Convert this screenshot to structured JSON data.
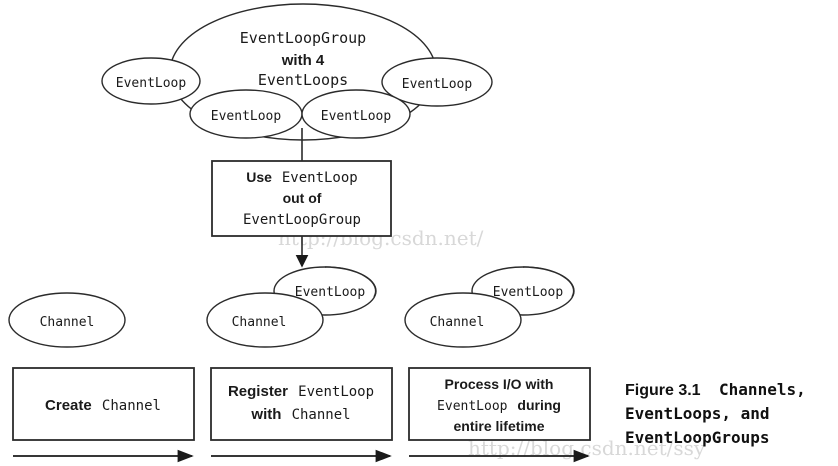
{
  "figure": {
    "caption_label": "Figure 3.1",
    "caption_lines": [
      "Channels,",
      "EventLoops, and",
      "EventLoopGroups"
    ],
    "caption_full": "Figure 3.1 Channels, EventLoops, and EventLoopGroups"
  },
  "group": {
    "title_line1": "EventLoopGroup",
    "title_line2": "with 4",
    "title_line3": "EventLoops",
    "event_loops": [
      {
        "label": "EventLoop",
        "position": "left"
      },
      {
        "label": "EventLoop",
        "position": "center-left"
      },
      {
        "label": "EventLoop",
        "position": "center-right"
      },
      {
        "label": "EventLoop",
        "position": "right"
      }
    ]
  },
  "use_box": {
    "line1_plain": "Use",
    "line1_code": "EventLoop",
    "line2": "out of",
    "line3_code": "EventLoopGroup"
  },
  "clusters": [
    {
      "channel_label": "Channel",
      "eventloop_label": null,
      "has_eventloop": false
    },
    {
      "channel_label": "Channel",
      "eventloop_label": "EventLoop",
      "has_eventloop": true
    },
    {
      "channel_label": "Channel",
      "eventloop_label": "EventLoop",
      "has_eventloop": true
    }
  ],
  "steps": [
    {
      "line1_plain": "Create",
      "line1_code": "Channel",
      "line2_plain": "",
      "line2_code": "",
      "line3": ""
    },
    {
      "line1_plain": "Register",
      "line1_code": "EventLoop",
      "line2_plain": "with",
      "line2_code": "Channel",
      "line3": ""
    },
    {
      "line1_plain": "Process I/O with",
      "line1_code": "",
      "line2_plain": "during",
      "line2_code": "EventLoop",
      "line3": "entire lifetime"
    }
  ],
  "watermarks": [
    "http://blog.csdn.net/",
    "http://blog.csdn.net/ssy"
  ],
  "colors": {
    "stroke": "#2b2b2b",
    "text": "#1a1a1a",
    "background": "#ffffff",
    "watermark": "#d8d8d8"
  }
}
